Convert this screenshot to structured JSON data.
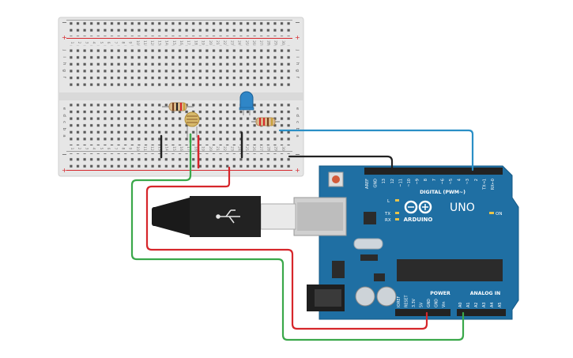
{
  "breadboard": {
    "rail_minus": "−",
    "rail_plus": "+",
    "row_letters_top": [
      "j",
      "i",
      "h",
      "g",
      "f"
    ],
    "row_letters_bottom": [
      "e",
      "d",
      "c",
      "b",
      "a"
    ],
    "column_count": 30
  },
  "arduino": {
    "brand": "ARDUINO",
    "model": "UNO",
    "on_label": "ON",
    "digital_label": "DIGITAL (PWM~)",
    "power_label": "POWER",
    "analog_label": "ANALOG IN",
    "led_l": "L",
    "led_tx": "TX",
    "led_rx": "RX",
    "header_top_pins": [
      "AREF",
      "GND",
      "13",
      "12",
      "~11",
      "~10",
      "~9",
      "8",
      "7",
      "~6",
      "~5",
      "4",
      "~3",
      "2",
      "TX→1",
      "RX←0"
    ],
    "power_pins": [
      "IOREF",
      "RESET",
      "3.3V",
      "5V",
      "GND",
      "GND",
      "Vin"
    ],
    "analog_pins": [
      "A0",
      "A1",
      "A2",
      "A3",
      "A4",
      "A5"
    ]
  },
  "colors": {
    "board_blue": "#1f6fa3",
    "breadboard": "#e8e8e8",
    "wire_red": "#d6262b",
    "wire_green": "#3aa84a",
    "wire_blue": "#2a8fc6",
    "wire_black": "#222222"
  }
}
